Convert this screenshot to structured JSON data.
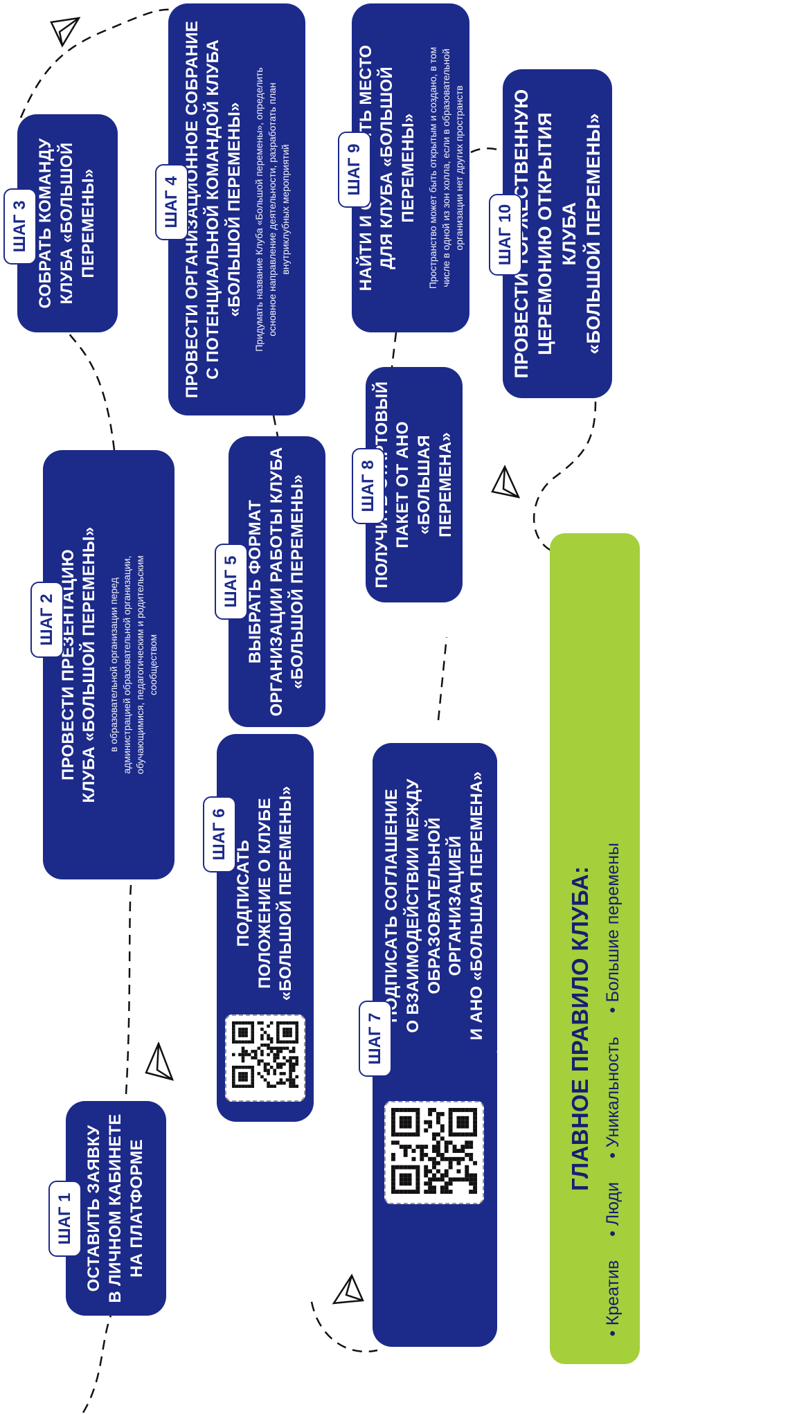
{
  "colors": {
    "card": "#1c2a8a",
    "rules_bg": "#a6cf3c",
    "rules_text": "#142071",
    "tag_border": "#1c2a8a"
  },
  "icons": {
    "plane": "paper-plane-icon",
    "qr": "qr-code-icon"
  },
  "steps": [
    {
      "tag": "ШАГ 1",
      "title": "ОСТАВИТЬ ЗАЯВКУ\nВ ЛИЧНОМ КАБИНЕТЕ\nНА ПЛАТФОРМЕ",
      "desc": ""
    },
    {
      "tag": "ШАГ 2",
      "title": "ПРОВЕСТИ ПРЕЗЕНТАЦИЮ\nКЛУБА «БОЛЬШОЙ ПЕРЕМЕНЫ»",
      "desc": "в образовательной организации перед\nадминистрацией образовательной организации,\nобучающимися, педагогическим и родительским\nсообществом"
    },
    {
      "tag": "ШАГ 3",
      "title": "СОБРАТЬ КОМАНДУ\nКЛУБА «БОЛЬШОЙ\nПЕРЕМЕНЫ»",
      "desc": ""
    },
    {
      "tag": "ШАГ 4",
      "title": "ПРОВЕСТИ ОРГАНИЗАЦИОННОЕ СОБРАНИЕ\nС ПОТЕНЦИАЛЬНОЙ КОМАНДОЙ КЛУБА\n«БОЛЬШОЙ ПЕРЕМЕНЫ»",
      "desc": "Придумать название Клуба «Большой перемены», определить\nосновное направление деятельности, разработать план\nвнутриклубных мероприятий"
    },
    {
      "tag": "ШАГ 5",
      "title": "ВЫБРАТЬ ФОРМАТ\nОРГАНИЗАЦИИ РАБОТЫ КЛУБА\n«БОЛЬШОЙ ПЕРЕМЕНЫ»",
      "desc": ""
    },
    {
      "tag": "ШАГ 6",
      "title": "ПОДПИСАТЬ\nПОЛОЖЕНИЕ О КЛУБЕ\n«БОЛЬШОЙ ПЕРЕМЕНЫ»",
      "desc": ""
    },
    {
      "tag": "ШАГ 7",
      "title": "ПОДПИСАТЬ СОГЛАШЕНИЕ\nО ВЗАИМОДЕЙСТВИИ МЕЖДУ\nОБРАЗОВАТЕЛЬНОЙ ОРГАНИЗАЦИЕЙ\nИ АНО «БОЛЬШАЯ ПЕРЕМЕНА»",
      "desc": ""
    },
    {
      "tag": "ШАГ 8",
      "title": "ПОЛУЧИТЬ СТАРТОВЫЙ\nПАКЕТ ОТ АНО «БОЛЬШАЯ\nПЕРЕМЕНА»",
      "desc": ""
    },
    {
      "tag": "ШАГ 9",
      "title": "НАЙТИ И ОФОРМИТЬ МЕСТО\nДЛЯ КЛУБА «БОЛЬШОЙ ПЕРЕМЕНЫ»",
      "desc": "Пространство может быть открытым и создано, в том\nчисле в одной из зон холла, если в образовательной\nорганизации нет других пространств"
    },
    {
      "tag": "ШАГ 10",
      "title": "ПРОВЕСТИ ТОРЖЕСТВЕННУЮ\nЦЕРЕМОНИЮ ОТКРЫТИЯ КЛУБА\n«БОЛЬШОЙ ПЕРЕМЕНЫ»",
      "desc": ""
    }
  ],
  "rules": {
    "title": "ГЛАВНОЕ ПРАВИЛО КЛУБА:",
    "items": [
      "Креатив",
      "Люди",
      "Уникальность",
      "Большие перемены"
    ]
  }
}
